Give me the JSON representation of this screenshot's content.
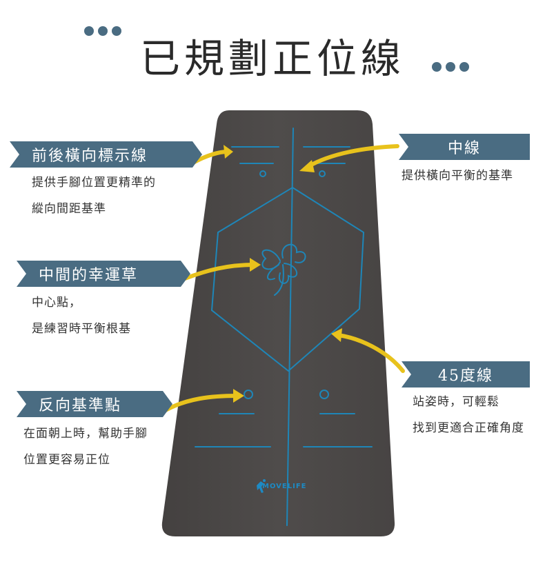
{
  "title": "已規劃正位線",
  "colors": {
    "accent": "#4a6c82",
    "mat": "#4b4847",
    "line": "#1e86b8",
    "arrow": "#e8c21c"
  },
  "brand": "MOVELIFE",
  "callouts": [
    {
      "label": "前後橫向標示線",
      "desc": "提供手腳位置更精準的\n縱向間距基準"
    },
    {
      "label": "中線",
      "desc": "提供橫向平衡的基準"
    },
    {
      "label": "中間的幸運草",
      "desc": "中心點，\n是練習時平衡根基"
    },
    {
      "label": "45度線",
      "desc": "站姿時，可輕鬆\n找到更適合正確角度"
    },
    {
      "label": "反向基準點",
      "desc": "在面朝上時，幫助手腳\n位置更容易正位"
    }
  ]
}
